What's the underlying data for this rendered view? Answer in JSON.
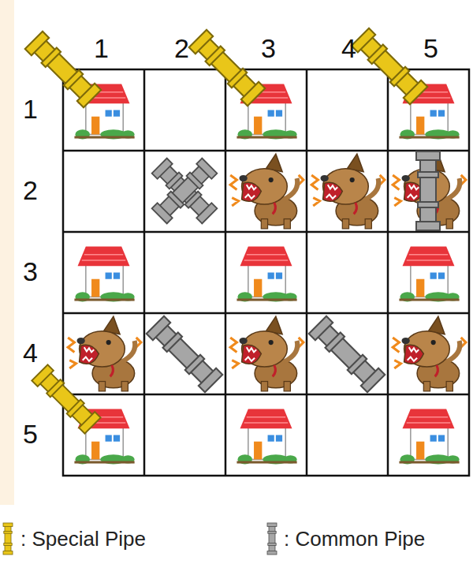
{
  "diagram": {
    "labels": [
      "1",
      "2",
      "3",
      "4",
      "5",
      "1",
      "2",
      "3",
      "4",
      "5"
    ],
    "legend": [
      {
        "text": ": Special Pipe"
      },
      {
        "text": ": Common Pipe"
      }
    ]
  }
}
